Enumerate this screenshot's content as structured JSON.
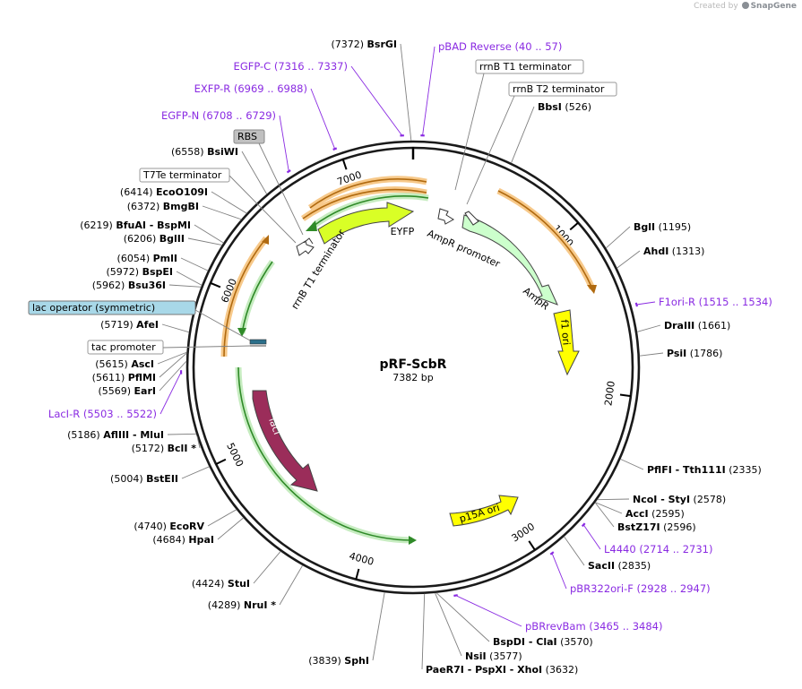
{
  "credit": {
    "prefix": "Created by",
    "brand": "SnapGene"
  },
  "plasmid": {
    "name": "pRF-ScbR",
    "size_label": "7382 bp",
    "length": 7382
  },
  "colors": {
    "feature_label": "#8a2be2",
    "enzyme_leader": "#808080",
    "backbone": "#1a1a1a",
    "egfp_like": "#f5a623",
    "green_cds": "#32a02c",
    "eyfp": "#d9ff26",
    "ampr": "#ccffcc",
    "f1ori": "#ffff00",
    "p15a": "#ffff00",
    "laci": "#9b2d5a",
    "rbs_box": "#c0c0c0",
    "lac_op_box": "#a8d8e8"
  },
  "ticks": [
    {
      "label": "1000",
      "pos": 1000
    },
    {
      "label": "2000",
      "pos": 2000
    },
    {
      "label": "3000",
      "pos": 3000
    },
    {
      "label": "4000",
      "pos": 4000
    },
    {
      "label": "5000",
      "pos": 5000
    },
    {
      "label": "6000",
      "pos": 6000
    },
    {
      "label": "7000",
      "pos": 7000
    }
  ],
  "enzymes": [
    {
      "name": "BsrGI",
      "pos_label": "(7372)",
      "pos": 7372
    },
    {
      "name": "BbsI",
      "pos_label": "(526)",
      "pos": 526
    },
    {
      "name": "BglI",
      "pos_label": "(1195)",
      "pos": 1195
    },
    {
      "name": "AhdI",
      "pos_label": "(1313)",
      "pos": 1313
    },
    {
      "name": "DraIII",
      "pos_label": "(1661)",
      "pos": 1661
    },
    {
      "name": "PsiI",
      "pos_label": "(1786)",
      "pos": 1786
    },
    {
      "name": "PflFI - Tth111I",
      "pos_label": "(2335)",
      "pos": 2335
    },
    {
      "name": "NcoI - StyI",
      "pos_label": "(2578)",
      "pos": 2578
    },
    {
      "name": "AccI",
      "pos_label": "(2595)",
      "pos": 2595
    },
    {
      "name": "BstZ17I",
      "pos_label": "(2596)",
      "pos": 2596
    },
    {
      "name": "SacII",
      "pos_label": "(2835)",
      "pos": 2835
    },
    {
      "name": "BspDI - ClaI",
      "pos_label": "(3570)",
      "pos": 3570
    },
    {
      "name": "NsiI",
      "pos_label": "(3577)",
      "pos": 3577
    },
    {
      "name": "PaeR7I - PspXI - XhoI",
      "pos_label": "(3632)",
      "pos": 3632
    },
    {
      "name": "SphI",
      "pos_label": "(3839)",
      "pos": 3839
    },
    {
      "name": "NruI *",
      "pos_label": "(4289)",
      "pos": 4289
    },
    {
      "name": "StuI",
      "pos_label": "(4424)",
      "pos": 4424
    },
    {
      "name": "HpaI",
      "pos_label": "(4684)",
      "pos": 4684
    },
    {
      "name": "EcoRV",
      "pos_label": "(4740)",
      "pos": 4740
    },
    {
      "name": "BstEII",
      "pos_label": "(5004)",
      "pos": 5004
    },
    {
      "name": "BclI *",
      "pos_label": "(5172)",
      "pos": 5172
    },
    {
      "name": "AflIII - MluI",
      "pos_label": "(5186)",
      "pos": 5186
    },
    {
      "name": "EarI",
      "pos_label": "(5569)",
      "pos": 5569
    },
    {
      "name": "PflMI",
      "pos_label": "(5611)",
      "pos": 5611
    },
    {
      "name": "AscI",
      "pos_label": "(5615)",
      "pos": 5615
    },
    {
      "name": "AfeI",
      "pos_label": "(5719)",
      "pos": 5719
    },
    {
      "name": "Bsu36I",
      "pos_label": "(5962)",
      "pos": 5962
    },
    {
      "name": "BspEI",
      "pos_label": "(5972)",
      "pos": 5972
    },
    {
      "name": "PmlI",
      "pos_label": "(6054)",
      "pos": 6054
    },
    {
      "name": "BglII",
      "pos_label": "(6206)",
      "pos": 6206
    },
    {
      "name": "BfuAI - BspMI",
      "pos_label": "(6219)",
      "pos": 6219
    },
    {
      "name": "BmgBI",
      "pos_label": "(6372)",
      "pos": 6372
    },
    {
      "name": "EcoO109I",
      "pos_label": "(6414)",
      "pos": 6414
    },
    {
      "name": "BsiWI",
      "pos_label": "(6558)",
      "pos": 6558
    }
  ],
  "primers": [
    {
      "name": "pBAD Reverse",
      "range": "(40 .. 57)",
      "pos": 48
    },
    {
      "name": "EGFP-C",
      "range": "(7316 .. 7337)",
      "pos": 7326
    },
    {
      "name": "EXFP-R",
      "range": "(6969 .. 6988)",
      "pos": 6978
    },
    {
      "name": "EGFP-N",
      "range": "(6708 .. 6729)",
      "pos": 6718
    },
    {
      "name": "F1ori-R",
      "range": "(1515 .. 1534)",
      "pos": 1524
    },
    {
      "name": "L4440",
      "range": "(2714 .. 2731)",
      "pos": 2722
    },
    {
      "name": "pBR322ori-F",
      "range": "(2928 .. 2947)",
      "pos": 2937
    },
    {
      "name": "pBRrevBam",
      "range": "(3465 .. 3484)",
      "pos": 3474
    },
    {
      "name": "LacI-R",
      "range": "(5503 .. 5522)",
      "pos": 5512
    }
  ],
  "boxed_features": [
    {
      "name": "rrnB T1 terminator",
      "pos": 260
    },
    {
      "name": "rrnB T2 terminator",
      "pos": 390
    },
    {
      "name": "RBS",
      "pos": 6880
    },
    {
      "name": "T7Te terminator",
      "pos": 6760
    },
    {
      "name": "lac operator (symmetric)",
      "pos": 5820
    },
    {
      "name": "tac promoter",
      "pos": 5760
    }
  ],
  "features": [
    {
      "name": "EYFP",
      "type": "cds"
    },
    {
      "name": "rrnB T1 terminator",
      "type": "terminator"
    },
    {
      "name": "AmpR promoter",
      "type": "promoter"
    },
    {
      "name": "AmpR",
      "type": "cds"
    },
    {
      "name": "f1 ori",
      "type": "rep_origin"
    },
    {
      "name": "p15A ori",
      "type": "rep_origin"
    },
    {
      "name": "lacI",
      "type": "cds"
    }
  ]
}
